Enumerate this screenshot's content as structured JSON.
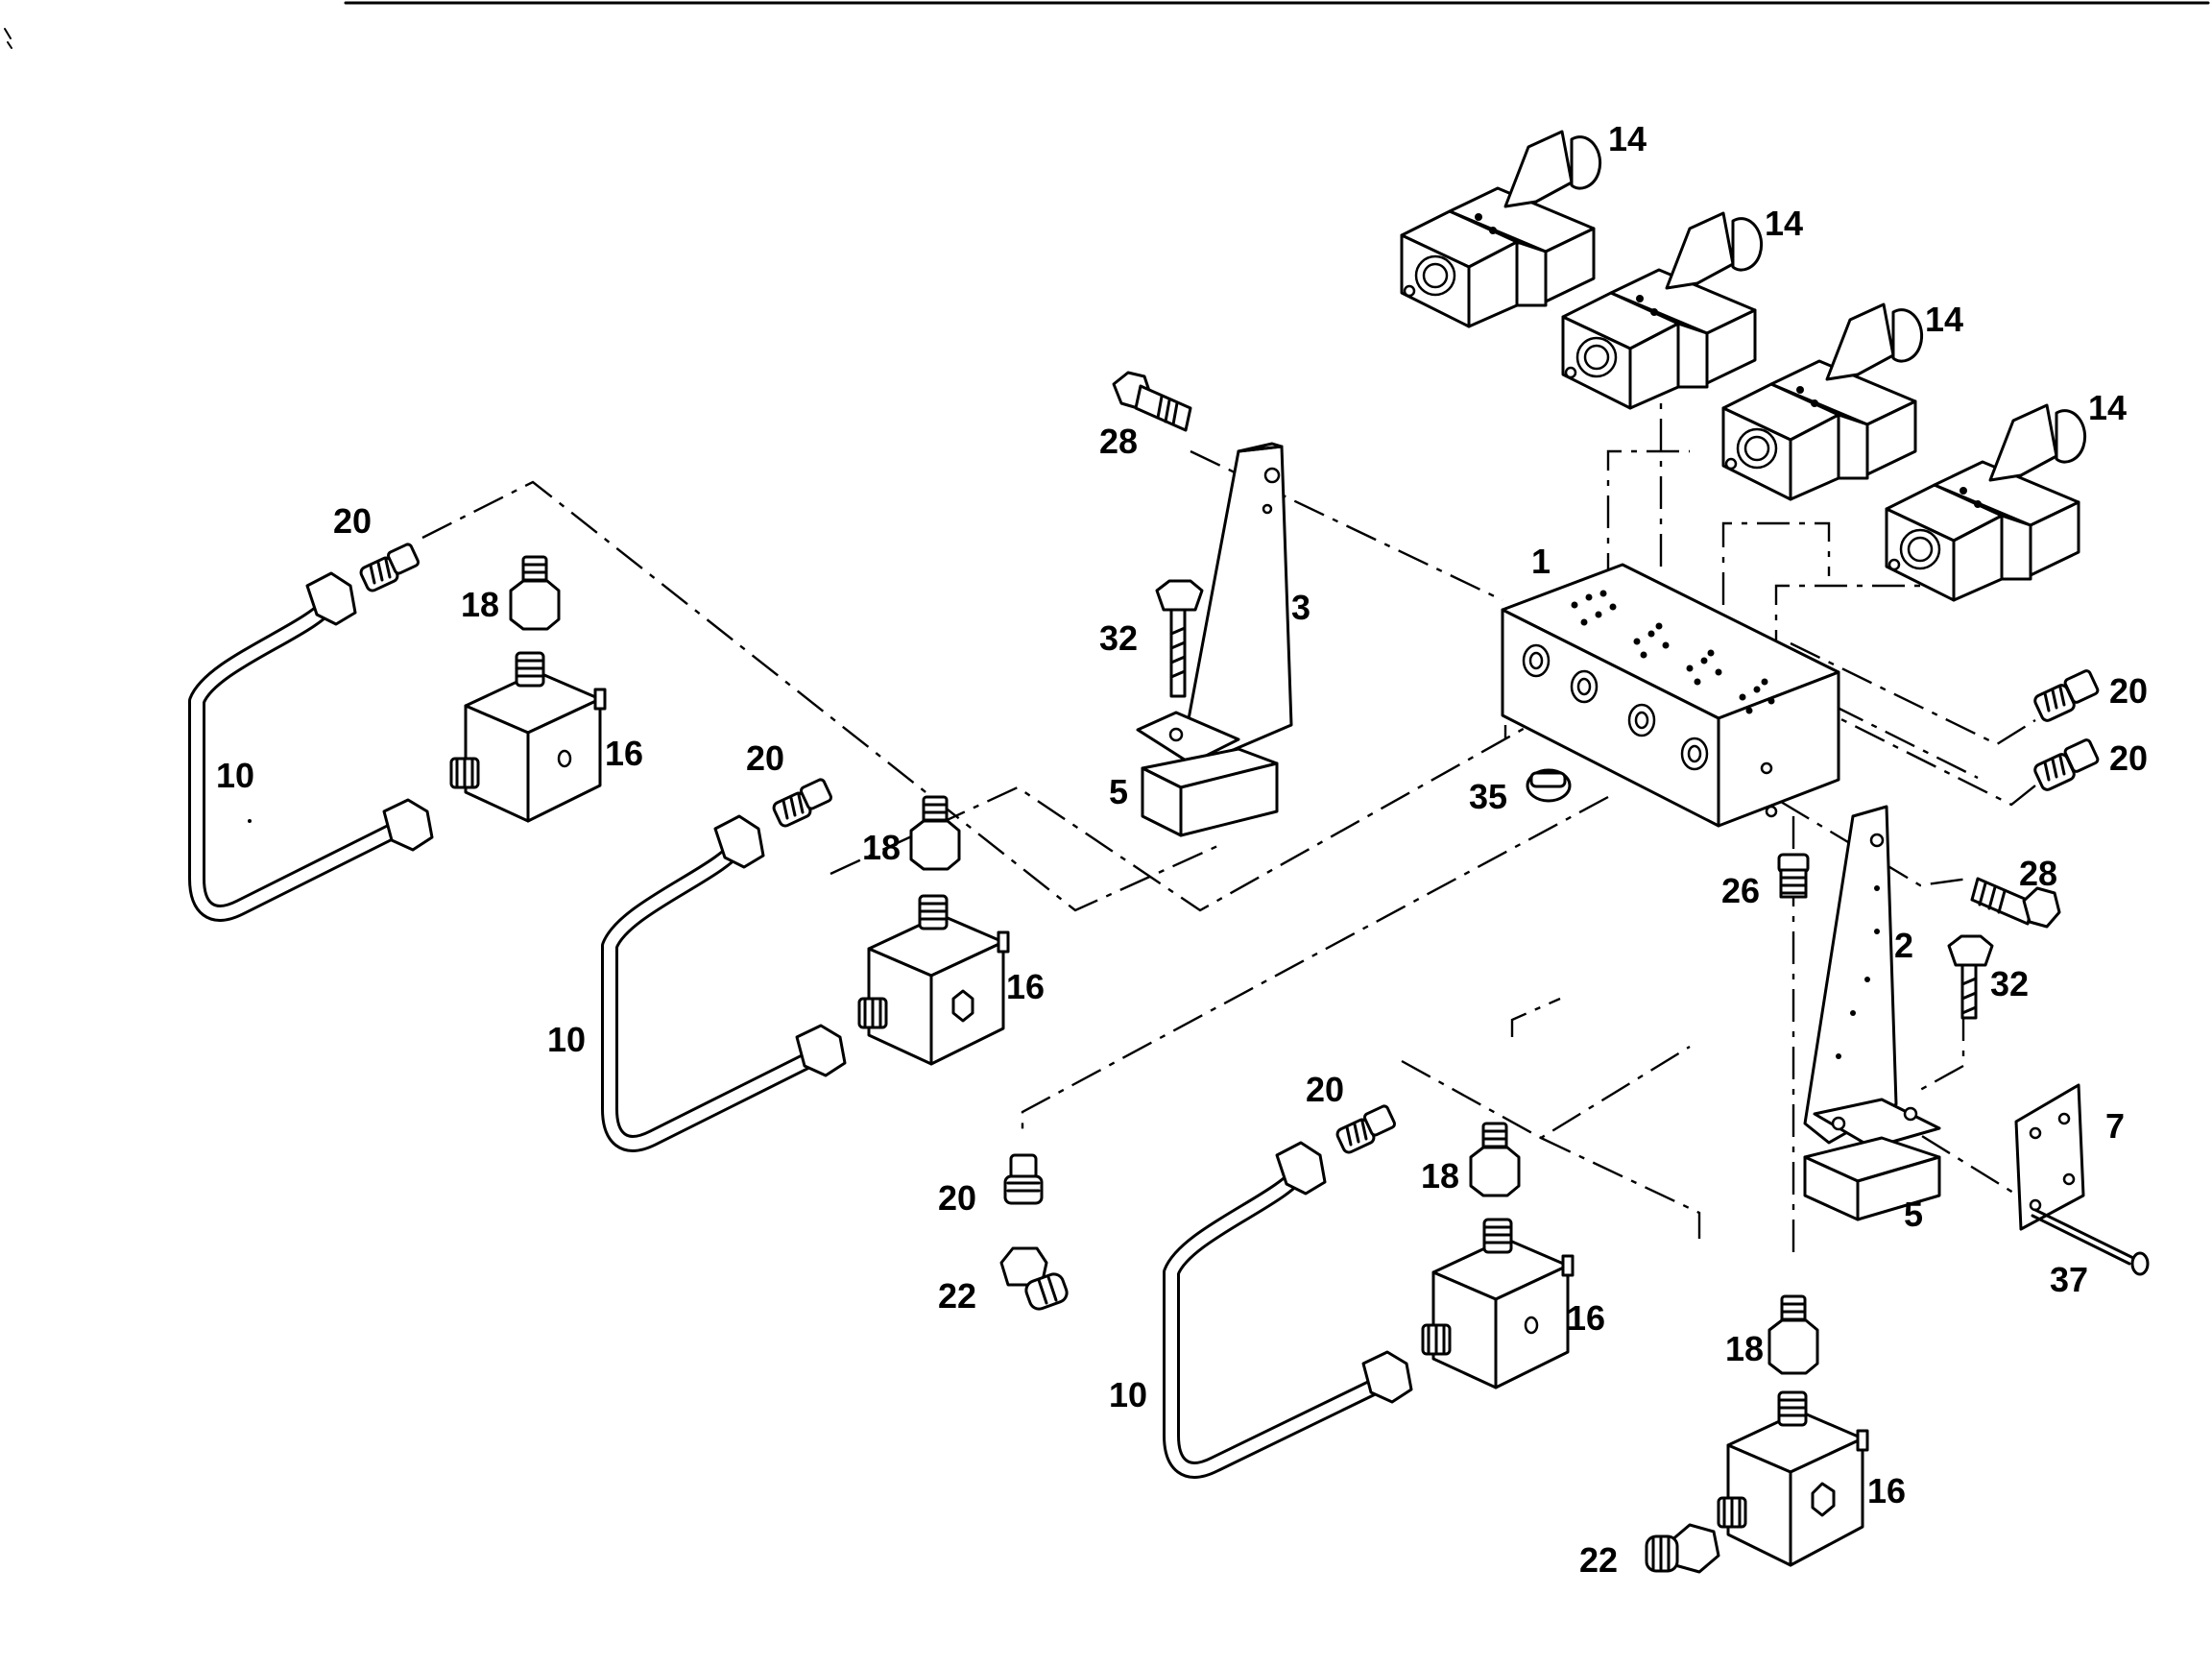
{
  "diagram": {
    "labels": {
      "l1": "1",
      "l2": "2",
      "l3": "3",
      "l5a": "5",
      "l5b": "5",
      "l7": "7",
      "l10a": "10",
      "l10b": "10",
      "l10c": "10",
      "l14a": "14",
      "l14b": "14",
      "l14c": "14",
      "l14d": "14",
      "l16a": "16",
      "l16b": "16",
      "l16c": "16",
      "l16d": "16",
      "l18a": "18",
      "l18b": "18",
      "l18c": "18",
      "l18d": "18",
      "l20a": "20",
      "l20b": "20",
      "l20c": "20",
      "l20d": "20",
      "l20e": "20",
      "l20f": "20",
      "l22a": "22",
      "l22b": "22",
      "l26": "26",
      "l28a": "28",
      "l28b": "28",
      "l32a": "32",
      "l32b": "32",
      "l35": "35",
      "l37": "37"
    }
  }
}
